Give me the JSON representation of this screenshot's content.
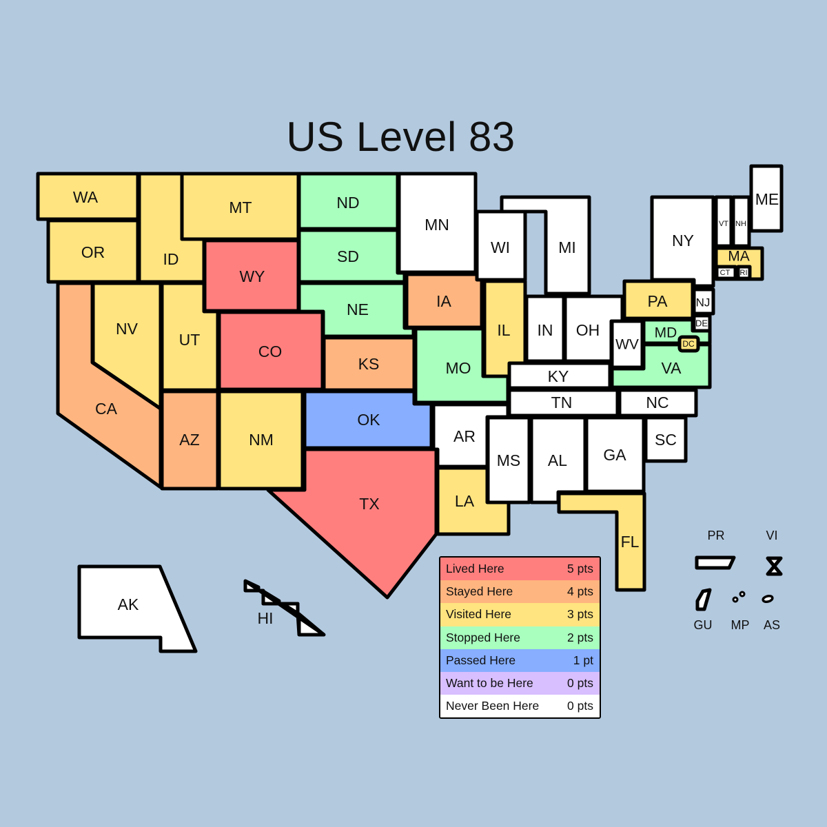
{
  "title": "US Level 83",
  "colors": {
    "background": "#b3c9de",
    "lived": "#ff7f7e",
    "stayed": "#ffb57f",
    "visited": "#ffe47f",
    "stopped": "#a8ffbe",
    "passed": "#87aeff",
    "want": "#d8bfff",
    "never": "#ffffff"
  },
  "legend": [
    {
      "label": "Lived Here",
      "points": "5 pts",
      "color": "#ff7f7e"
    },
    {
      "label": "Stayed Here",
      "points": "4 pts",
      "color": "#ffb57f"
    },
    {
      "label": "Visited Here",
      "points": "3 pts",
      "color": "#ffe47f"
    },
    {
      "label": "Stopped Here",
      "points": "2 pts",
      "color": "#a8ffbe"
    },
    {
      "label": "Passed Here",
      "points": "1 pt",
      "color": "#87aeff"
    },
    {
      "label": "Want to be Here",
      "points": "0 pts",
      "color": "#d8bfff"
    },
    {
      "label": "Never Been Here",
      "points": "0 pts",
      "color": "#ffffff"
    }
  ],
  "states": {
    "WA": {
      "label": "WA",
      "status": "visited"
    },
    "OR": {
      "label": "OR",
      "status": "visited"
    },
    "ID": {
      "label": "ID",
      "status": "visited"
    },
    "MT": {
      "label": "MT",
      "status": "visited"
    },
    "WY": {
      "label": "WY",
      "status": "lived"
    },
    "CA": {
      "label": "CA",
      "status": "stayed"
    },
    "NV": {
      "label": "NV",
      "status": "visited"
    },
    "UT": {
      "label": "UT",
      "status": "visited"
    },
    "CO": {
      "label": "CO",
      "status": "lived"
    },
    "AZ": {
      "label": "AZ",
      "status": "stayed"
    },
    "NM": {
      "label": "NM",
      "status": "visited"
    },
    "ND": {
      "label": "ND",
      "status": "stopped"
    },
    "SD": {
      "label": "SD",
      "status": "stopped"
    },
    "NE": {
      "label": "NE",
      "status": "stopped"
    },
    "KS": {
      "label": "KS",
      "status": "stayed"
    },
    "OK": {
      "label": "OK",
      "status": "passed"
    },
    "TX": {
      "label": "TX",
      "status": "lived"
    },
    "MN": {
      "label": "MN",
      "status": "never"
    },
    "IA": {
      "label": "IA",
      "status": "stayed"
    },
    "MO": {
      "label": "MO",
      "status": "stopped"
    },
    "AR": {
      "label": "AR",
      "status": "never"
    },
    "LA": {
      "label": "LA",
      "status": "visited"
    },
    "WI": {
      "label": "WI",
      "status": "never"
    },
    "MI": {
      "label": "MI",
      "status": "never"
    },
    "IL": {
      "label": "IL",
      "status": "visited"
    },
    "IN": {
      "label": "IN",
      "status": "never"
    },
    "OH": {
      "label": "OH",
      "status": "never"
    },
    "KY": {
      "label": "KY",
      "status": "never"
    },
    "TN": {
      "label": "TN",
      "status": "never"
    },
    "MS": {
      "label": "MS",
      "status": "never"
    },
    "AL": {
      "label": "AL",
      "status": "never"
    },
    "GA": {
      "label": "GA",
      "status": "never"
    },
    "FL": {
      "label": "FL",
      "status": "visited"
    },
    "SC": {
      "label": "SC",
      "status": "never"
    },
    "NC": {
      "label": "NC",
      "status": "never"
    },
    "VA": {
      "label": "VA",
      "status": "stopped"
    },
    "WV": {
      "label": "WV",
      "status": "never"
    },
    "MD": {
      "label": "MD",
      "status": "stopped"
    },
    "DC": {
      "label": "DC",
      "status": "visited"
    },
    "DE": {
      "label": "DE",
      "status": "never"
    },
    "NJ": {
      "label": "NJ",
      "status": "never"
    },
    "PA": {
      "label": "PA",
      "status": "visited"
    },
    "NY": {
      "label": "NY",
      "status": "never"
    },
    "VT": {
      "label": "VT",
      "status": "never"
    },
    "NH": {
      "label": "NH",
      "status": "never"
    },
    "ME": {
      "label": "ME",
      "status": "never"
    },
    "MA": {
      "label": "MA",
      "status": "visited"
    },
    "CT": {
      "label": "CT",
      "status": "never"
    },
    "RI": {
      "label": "RI",
      "status": "never"
    },
    "AK": {
      "label": "AK",
      "status": "never"
    },
    "HI": {
      "label": "HI",
      "status": "never"
    },
    "PR": {
      "label": "PR",
      "status": "never"
    },
    "VI": {
      "label": "VI",
      "status": "never"
    },
    "GU": {
      "label": "GU",
      "status": "never"
    },
    "MP": {
      "label": "MP",
      "status": "never"
    },
    "AS": {
      "label": "AS",
      "status": "never"
    }
  }
}
